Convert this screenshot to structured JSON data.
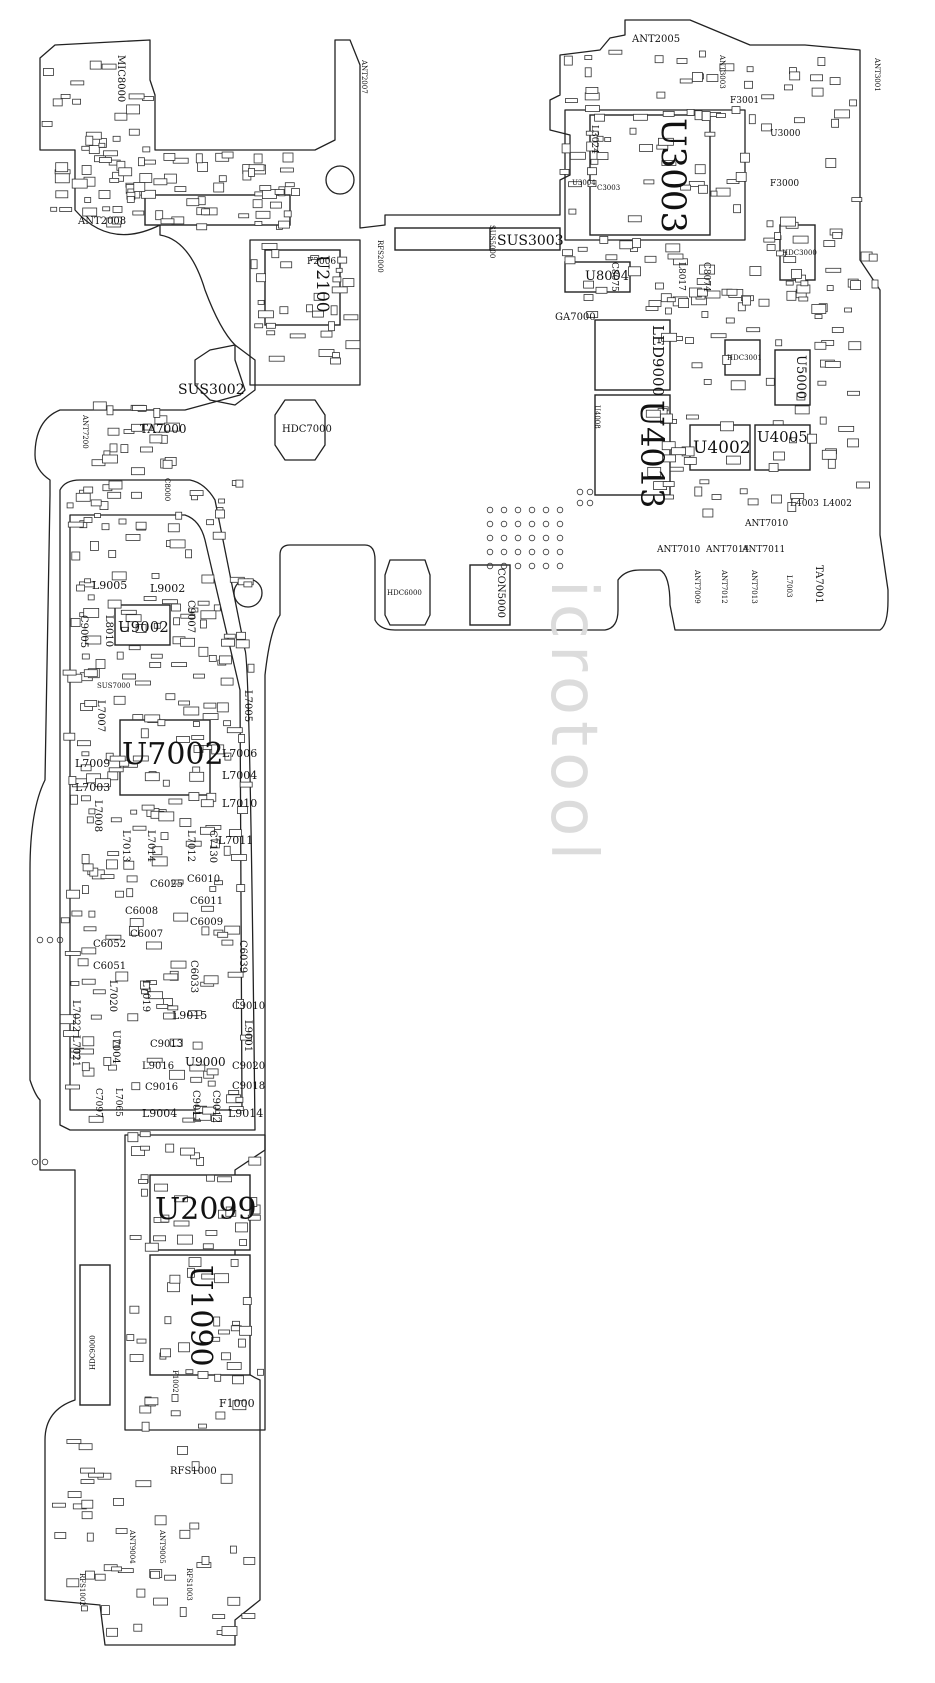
{
  "watermark": "icrotool",
  "big_chips": {
    "u3003": "U3003",
    "u7002": "U7002",
    "u2099": "U2099",
    "u1090": "U1090",
    "u4013": "U4013",
    "led9000": "LED9000",
    "u4002": "U4002",
    "u4005": "U4005",
    "u2100": "U2100",
    "u9002": "U9002",
    "u8004": "U8004",
    "u5000": "U5000"
  },
  "labels": {
    "sus3002": "SUS3002",
    "sus3003": "SUS3003",
    "hdc7000": "HDC7000",
    "hdc6000": "HDC6000",
    "hdc3000": "HDC3000",
    "hdc3001": "HDC3001",
    "hdc9000": "HDC9000",
    "con5000": "CON5000",
    "ta7000": "TA7000",
    "ta7001": "TA7001",
    "ga7000": "GA7000",
    "ant2005": "ANT2005",
    "ant2008": "ANT2008",
    "ant7010a": "ANT7010",
    "ant7010b": "ANT7010",
    "ant7014": "ANT7014",
    "ant7011": "ANT7011",
    "ant7009": "ANT7009",
    "ant7012": "ANT7012",
    "ant7013": "ANT7013",
    "ant7200": "ANT7200",
    "ant9004": "ANT9004",
    "ant9005": "ANT9005",
    "ant3003": "ANT3003",
    "ant3001": "ANT3001",
    "ant2007": "ANT2007",
    "mic8000": "MIC8000",
    "rfs2000": "RFS2000",
    "rfs1000": "RFS1000",
    "rfs1002": "RFS1002",
    "rfs1003": "RFS1003",
    "f2006": "F2006",
    "f3001": "F3001",
    "f3000": "F3000",
    "f1000": "F1000",
    "f1002": "F1002",
    "u3000": "U3000",
    "l3024": "L3024",
    "l8017": "L8017",
    "c8075": "C8075",
    "c8074": "C8074",
    "l4003": "L4003",
    "l4002": "L4002",
    "l7003b": "L7003",
    "l9005": "L9005",
    "l9002": "L9002",
    "l8010": "L8010",
    "c9005": "C9005",
    "c9007": "C9007",
    "l7005": "L7005",
    "l7007": "L7007",
    "l7009": "L7009",
    "l7003": "L7003",
    "l7006": "L7006",
    "l7004": "L7004",
    "l7008": "L7008",
    "l7010": "L7010",
    "l7011": "L7011",
    "l7013": "L7013",
    "l7014": "L7014",
    "l7012": "L7012",
    "c7130": "C7130",
    "c6025": "C6025",
    "c6010": "C6010",
    "c6011": "C6011",
    "c6008": "C6008",
    "c6009": "C6009",
    "c6007": "C6007",
    "c6052": "C6052",
    "c6051": "C6051",
    "c6033": "C6033",
    "c6039": "C6039",
    "l7019": "L7019",
    "l7020": "L7020",
    "l7022": "L7022",
    "l9015": "L9015",
    "c9010": "C9010",
    "l9001": "L9001",
    "l7021": "L7021",
    "u7004": "U7004",
    "c9013": "C9013",
    "u9000": "U9000",
    "l9016": "L9016",
    "c9020": "C9020",
    "c9016": "C9016",
    "c9018": "C9018",
    "l9004": "L9004",
    "l9014": "L9014",
    "c9011": "C9011",
    "c9012": "C9012",
    "c7097": "C7097",
    "l7065": "L7065",
    "u4008": "U4008",
    "u3004": "U3004",
    "c3003": "C3003",
    "c8000": "C8000",
    "sus5000": "SUS5000",
    "sus7000": "SUS7000"
  }
}
